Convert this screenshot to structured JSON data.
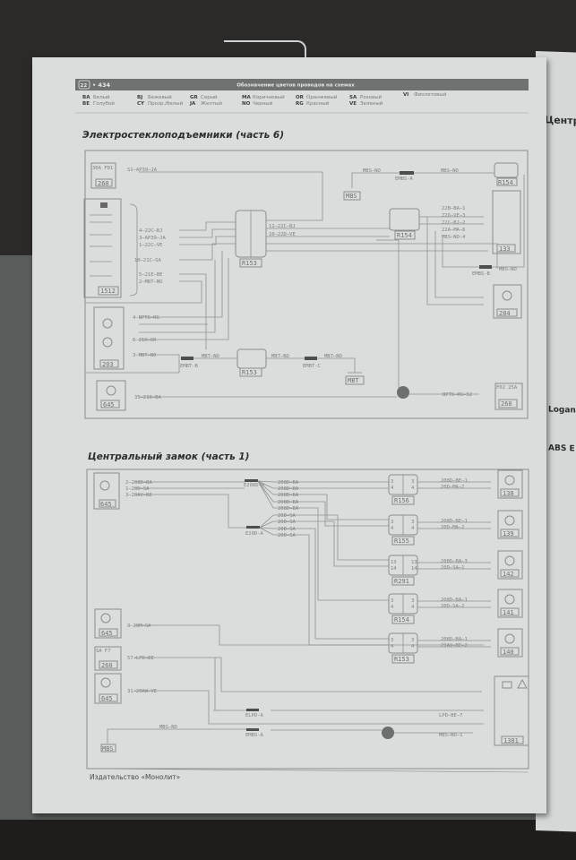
{
  "header": {
    "page_badge": "22",
    "page_number": "• 434",
    "title": "Обозначение цветов проводов на схемах",
    "legend": [
      {
        "code": "BA",
        "name": "Белый"
      },
      {
        "code": "BE",
        "name": "Голубой"
      },
      {
        "code": "BJ",
        "name": "Бежевый"
      },
      {
        "code": "CY",
        "name": "Прозр./белый"
      },
      {
        "code": "GR",
        "name": "Серый"
      },
      {
        "code": "JA",
        "name": "Желтый"
      },
      {
        "code": "MA",
        "name": "Коричневый"
      },
      {
        "code": "NO",
        "name": "Черный"
      },
      {
        "code": "OR",
        "name": "Оранжевый"
      },
      {
        "code": "RG",
        "name": "Красный"
      },
      {
        "code": "SA",
        "name": "Розовый"
      },
      {
        "code": "VE",
        "name": "Зеленый"
      },
      {
        "code": "VI",
        "name": "Фиолетовый"
      }
    ]
  },
  "diagram1": {
    "title": "Электростеклоподъемники (часть 6)",
    "components": {
      "c260": "260",
      "c260_fuse": "30A F01",
      "c1512": "1512",
      "c203": "203",
      "c645": "645",
      "r153": "R153",
      "r153b": "R153",
      "r154a": "R154",
      "r154b": "R154",
      "c133": "133",
      "c284": "284",
      "c268": "268",
      "c268_fuse": "F02 25A",
      "mbs": "MBS",
      "mbt": "MBT"
    },
    "wires": {
      "w1": "S1—AP39—JA",
      "w2": "4—22C—BJ",
      "w3": "3—AP39—JA",
      "w4": "1—22C—VE",
      "w5": "10—21C—SA",
      "w6": "5—21E—BE",
      "w7": "2—MBT—NO",
      "w8": "4—BPT6—RG",
      "w9": "6—21K—GR",
      "w10": "3—MBT—NO",
      "w11": "35—21K—BA",
      "w12": "11—22C—BJ",
      "w13": "10—22D—VE",
      "w14": "MBS—NO",
      "w15": "MBS—NO",
      "w16": "22B—BA—1",
      "w17": "22D—VE—3",
      "w18": "22C—BJ—2",
      "w19": "22A—MA—6",
      "w20": "MBS—NO—4",
      "w21": "MBS—NO",
      "w22": "BPT6—RG—52",
      "w23": "MBT—NO",
      "w24": "MBT—NO",
      "w25": "MBT—NO"
    },
    "connectors": {
      "embt_b": "EMBT-B",
      "embt_c": "EMBT-C",
      "embs_a": "EMBS-A",
      "embs_b": "EMBS-B"
    }
  },
  "diagram2": {
    "title": "Центральный замок (часть 1)",
    "components": {
      "c645a": "645",
      "c645b": "645",
      "c645c": "645",
      "c260": "260",
      "c260_fuse": "SA F7",
      "mbs": "MBS",
      "c1381": "1381"
    },
    "top_wires": [
      "2—208D—BA",
      "1—20D—SA",
      "3—20AV—BE"
    ],
    "fan_wires": [
      "208D—BA",
      "208D—BA",
      "208D—BA",
      "208D—BA",
      "208D—BA",
      "20D—SA",
      "20D—SA",
      "20D—SA",
      "20D—SA"
    ],
    "connectors": {
      "e208d": "E208D-A",
      "e20d": "E20D-A",
      "elpd": "ELPD-A",
      "embs": "EMBS-A"
    },
    "relays": [
      {
        "name": "R156",
        "pins": [
          "3",
          "4"
        ],
        "wires": [
          "208D—BE—1",
          "20D—MA—2"
        ],
        "motor": "138"
      },
      {
        "name": "R155",
        "pins": [
          "3",
          "4"
        ],
        "wires": [
          "208D—BE—1",
          "20D—MA—2"
        ],
        "motor": "139"
      },
      {
        "name": "R291",
        "pins": [
          "13",
          "14"
        ],
        "wires": [
          "208D—BA—3",
          "20D—SA—1"
        ],
        "motor": "142"
      },
      {
        "name": "R154",
        "pins": [
          "3",
          "4"
        ],
        "wires": [
          "208D—BA—1",
          "20D—SA—2"
        ],
        "motor": "141"
      },
      {
        "name": "R153",
        "pins": [
          "3",
          "4"
        ],
        "wires": [
          "208D—BA—1",
          "29AV—BE—2"
        ],
        "motor": "140"
      }
    ],
    "lower_wires": {
      "w1": "9—20M—SA",
      "w2": "57—LPD—BE",
      "w3": "31—20AW—VE",
      "w4": "MBS—NO",
      "w5": "LPD—BE—7",
      "w6": "MBS—NO—1"
    }
  },
  "footer": {
    "publisher": "Издательство «Монолит»"
  },
  "right_page": {
    "t1": "Центр",
    "t2": "Logan",
    "t3": "ABS E"
  }
}
